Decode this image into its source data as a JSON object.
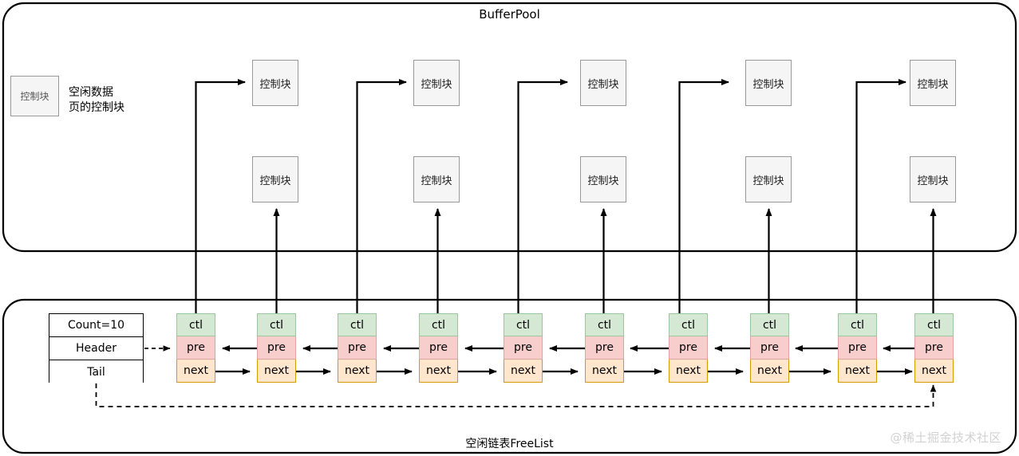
{
  "diagram": {
    "title": "BufferPool",
    "bottom_title": "空闲链表FreeList",
    "watermark": "@稀土掘金技术社区"
  },
  "legend": {
    "box_label": "控制块",
    "description_line1": "空闲数据",
    "description_line2": "页的控制块"
  },
  "buffer_pool": {
    "control_block_label": "控制块",
    "columns": 5,
    "rows": 2,
    "blocks": [
      {
        "label": "控制块",
        "row": "top",
        "col": 1
      },
      {
        "label": "控制块",
        "row": "top",
        "col": 2
      },
      {
        "label": "控制块",
        "row": "top",
        "col": 3
      },
      {
        "label": "控制块",
        "row": "top",
        "col": 4
      },
      {
        "label": "控制块",
        "row": "top",
        "col": 5
      },
      {
        "label": "控制块",
        "row": "bottom",
        "col": 1
      },
      {
        "label": "控制块",
        "row": "bottom",
        "col": 2
      },
      {
        "label": "控制块",
        "row": "bottom",
        "col": 3
      },
      {
        "label": "控制块",
        "row": "bottom",
        "col": 4
      },
      {
        "label": "控制块",
        "row": "bottom",
        "col": 5
      }
    ]
  },
  "free_list": {
    "head_table": {
      "count_label": "Count=10",
      "header_label": "Header",
      "tail_label": "Tail"
    },
    "node_fields": {
      "ctl": "ctl",
      "pre": "pre",
      "next": "next"
    },
    "node_count": 10,
    "nodes": [
      {
        "ctl": "ctl",
        "pre": "pre",
        "next": "next"
      },
      {
        "ctl": "ctl",
        "pre": "pre",
        "next": "next"
      },
      {
        "ctl": "ctl",
        "pre": "pre",
        "next": "next"
      },
      {
        "ctl": "ctl",
        "pre": "pre",
        "next": "next"
      },
      {
        "ctl": "ctl",
        "pre": "pre",
        "next": "next"
      },
      {
        "ctl": "ctl",
        "pre": "pre",
        "next": "next"
      },
      {
        "ctl": "ctl",
        "pre": "pre",
        "next": "next"
      },
      {
        "ctl": "ctl",
        "pre": "pre",
        "next": "next"
      },
      {
        "ctl": "ctl",
        "pre": "pre",
        "next": "next"
      },
      {
        "ctl": "ctl",
        "pre": "pre",
        "next": "next"
      }
    ]
  },
  "colors": {
    "ctl_fill": "#d5e8d4",
    "ctl_stroke": "#82b366",
    "pre_fill": "#f8cecc",
    "pre_stroke": "#b85450",
    "next_fill": "#ffe6cc",
    "next_stroke": "#d79b00",
    "control_block_fill": "#f5f5f5",
    "control_block_stroke": "#999999",
    "line": "#000000",
    "watermark": "#d2d2d2"
  }
}
